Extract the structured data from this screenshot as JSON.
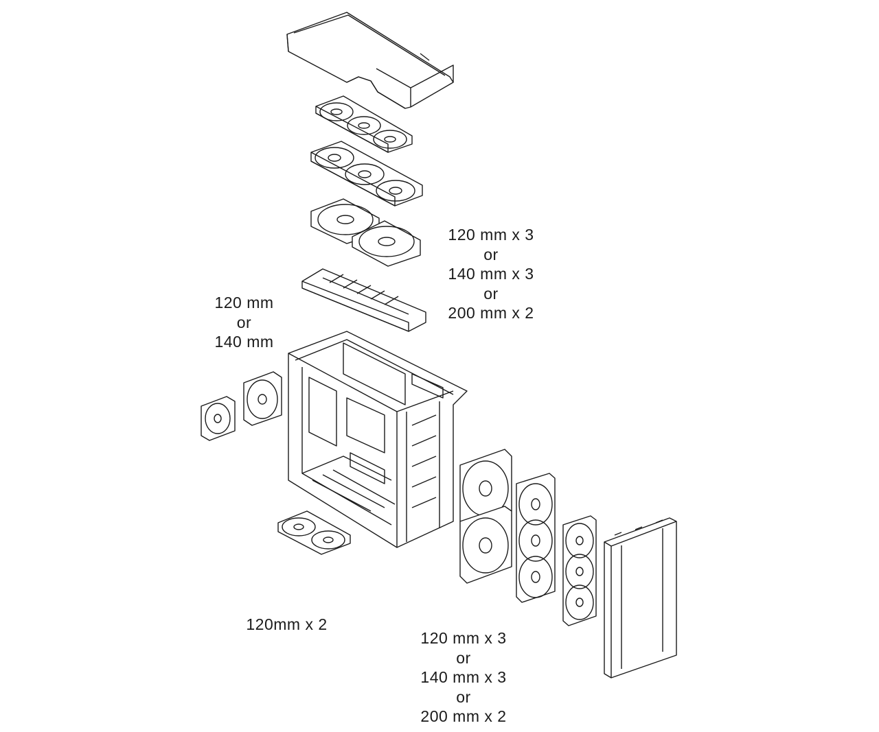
{
  "labels": {
    "top_mount": [
      "120 mm x 3",
      "or",
      "140 mm x 3",
      "or",
      "200 mm x 2"
    ],
    "rear_mount": [
      "120 mm",
      "or",
      "140 mm"
    ],
    "bottom_mount": "120mm x 2",
    "front_mount": [
      "120 mm x 3",
      "or",
      "140 mm x 3",
      "or",
      "200 mm x 2"
    ]
  },
  "colors": {
    "line": "#1a1a1a",
    "fill": "#ffffff"
  }
}
